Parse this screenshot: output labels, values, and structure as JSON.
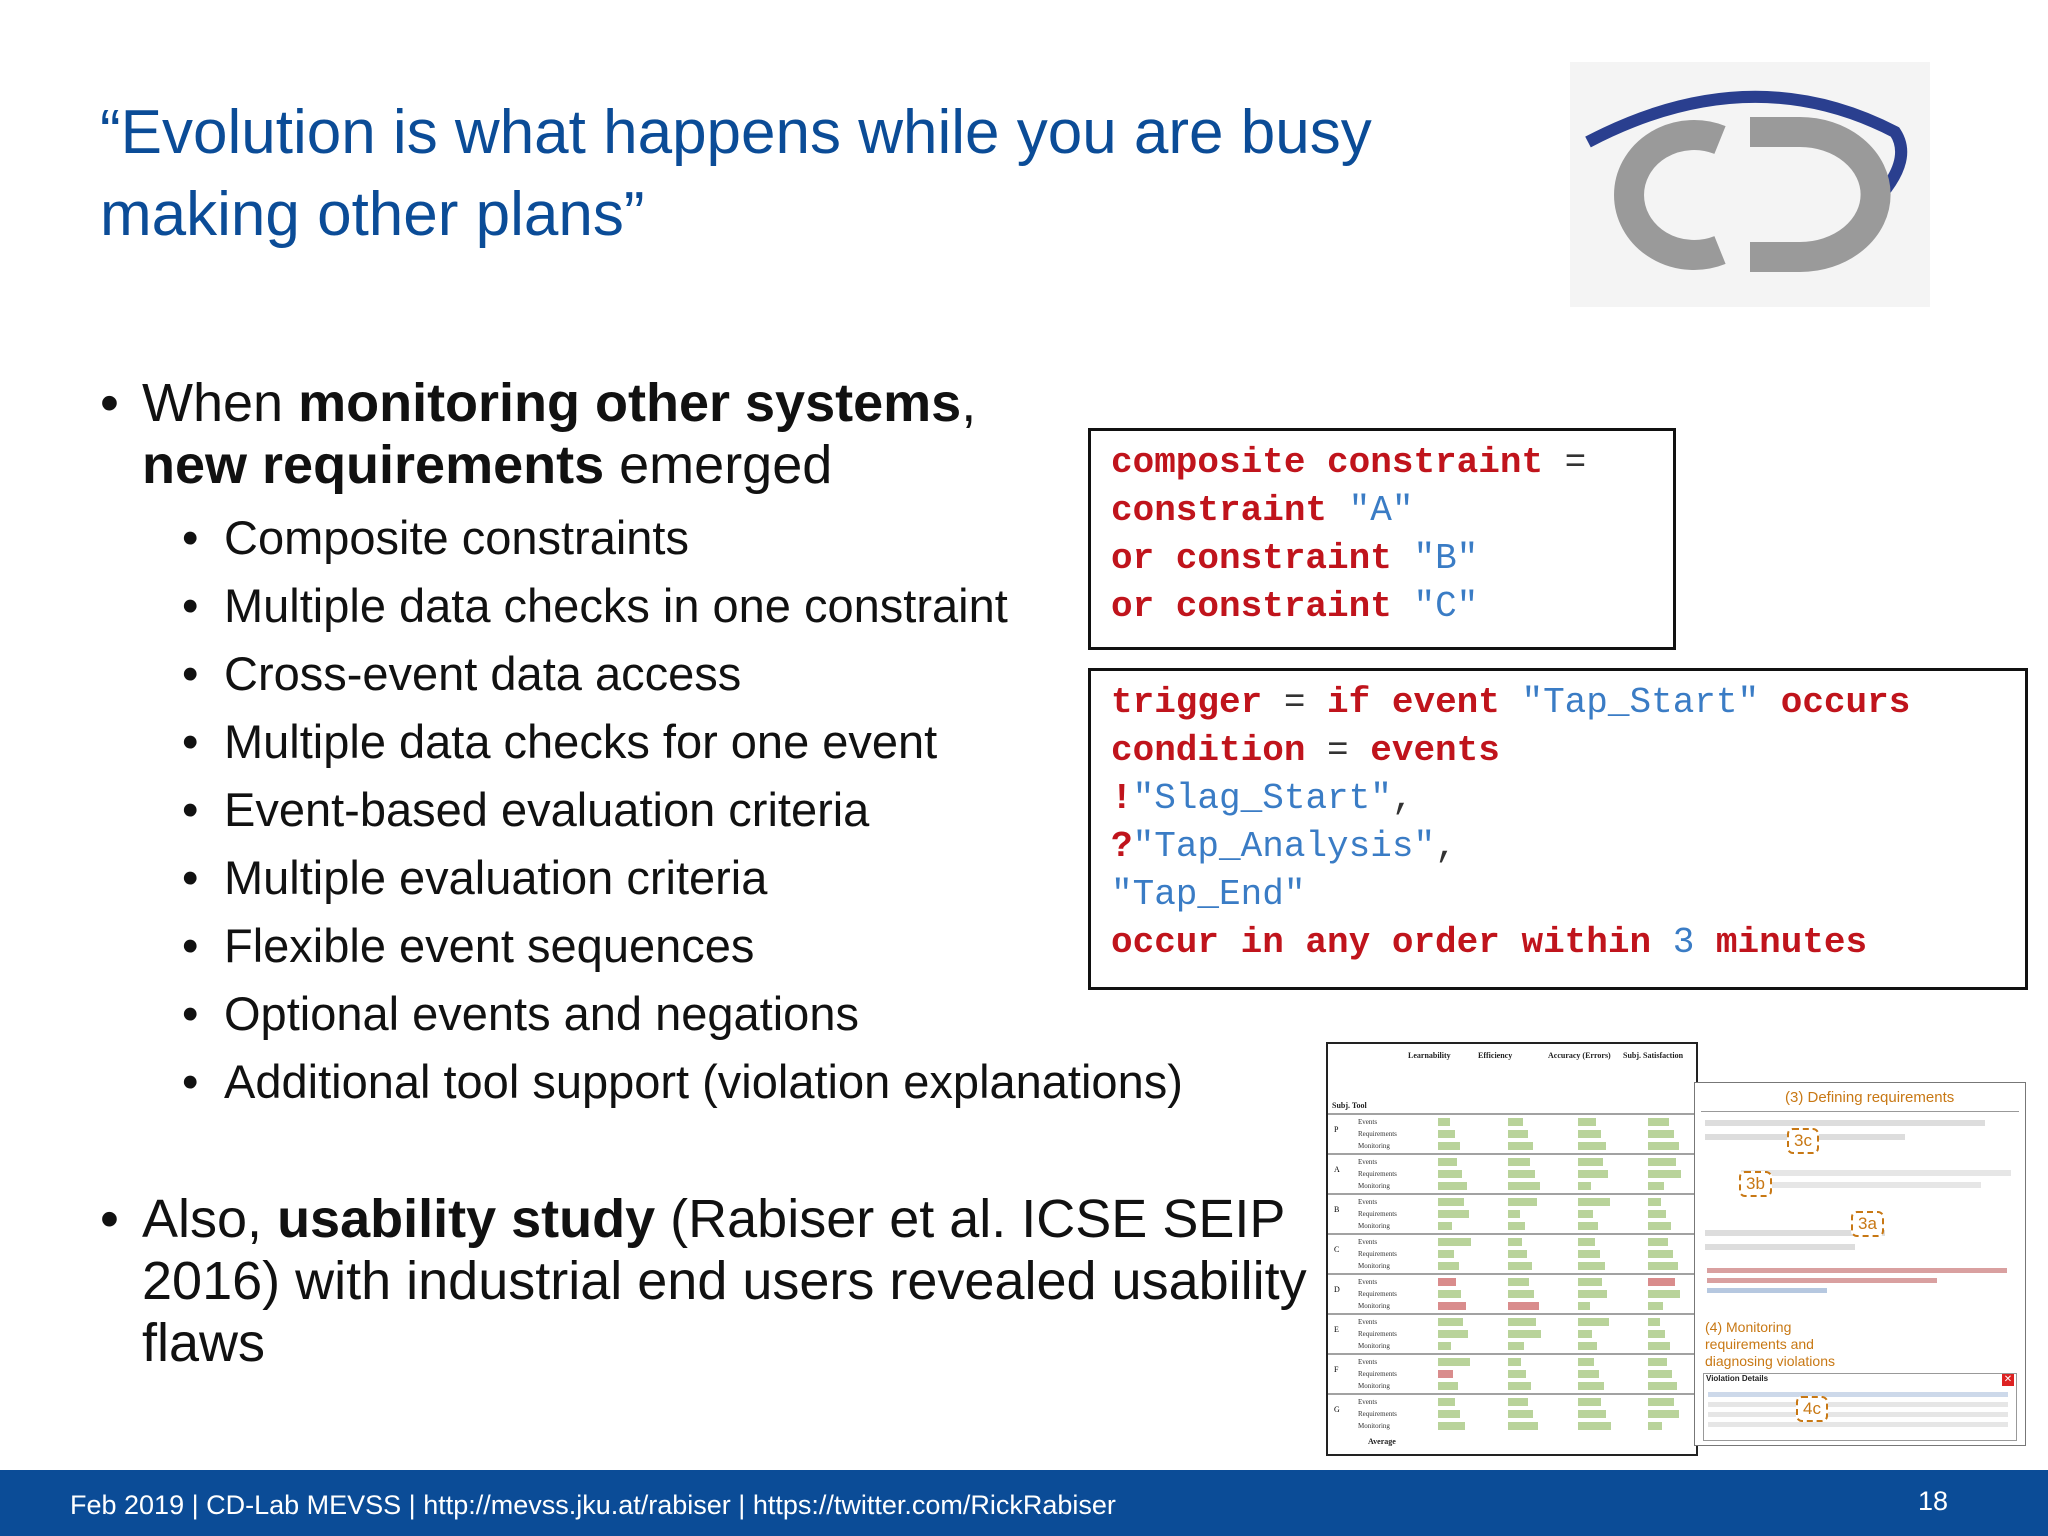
{
  "slide": {
    "title": "“Evolution is what happens while you are busy making other plans”",
    "bullet1_parts": [
      "When ",
      "monitoring other systems",
      ", ",
      "new requirements",
      " emerged"
    ],
    "sub_items": [
      "Composite constraints",
      "Multiple data checks in one constraint",
      "Cross-event data access",
      "Multiple data checks for one event",
      "Event-based evaluation criteria",
      "Multiple evaluation criteria",
      "Flexible event sequences",
      "Optional events and negations",
      "Additional tool support (violation explanations)"
    ],
    "bullet2_parts": [
      "Also, ",
      "usability study",
      " (Rabiser et al. ICSE SEIP 2016) with industrial end users revealed usability flaws"
    ],
    "bullet_symbol": "•"
  },
  "code1": {
    "l1_kw": "composite constraint",
    "l1_op": " =",
    "l2_kw": "constraint",
    "l2_str": " \"A\"",
    "l3_kw": "or constraint",
    "l3_str": " \"B\"",
    "l4_kw": "or constraint",
    "l4_str": " \"C\""
  },
  "code2": {
    "l1_kw1": "trigger",
    "l1_op": " = ",
    "l1_kw2": "if event",
    "l1_str": " \"Tap_Start\"",
    "l1_kw3": " occurs",
    "l2_kw1": "condition",
    "l2_op": " = ",
    "l2_kw2": "events",
    "l3_kw": "!",
    "l3_str": "\"Slag_Start\"",
    "l3_op": ",",
    "l4_kw": "?",
    "l4_str": "\"Tap_Analysis\"",
    "l4_op": ",",
    "l5_str": "\"Tap_End\"",
    "l6_kw1": "occur in any order within",
    "l6_num": " 3",
    "l6_kw2": " minutes"
  },
  "figure_table": {
    "headers": [
      "Learnability",
      "Efficiency",
      "Accuracy (Errors)",
      "Subj. Satisfaction"
    ],
    "col_header": "Subj. Tool",
    "groups": [
      "P",
      "A",
      "B",
      "C",
      "D",
      "E",
      "F",
      "G"
    ],
    "rows": [
      "Events",
      "Requirements",
      "Monitoring"
    ],
    "average_label": "Average"
  },
  "figure_screens": {
    "heading": "(3) Defining requirements",
    "monitor_label": "(4) Monitoring requirements and diagnosing violations",
    "violation_title": "Violation Details",
    "tags": [
      "3c",
      "3b",
      "3a",
      "4c"
    ]
  },
  "footer": {
    "text": "Feb 2019 |  CD-Lab MEVSS | http://mevss.jku.at/rabiser | https://twitter.com/RickRabiser",
    "page": "18"
  },
  "colors": {
    "title": "#0b4c97",
    "footer_bg": "#0b4c97",
    "keyword": "#c0141c",
    "string": "#3a7cc5"
  }
}
